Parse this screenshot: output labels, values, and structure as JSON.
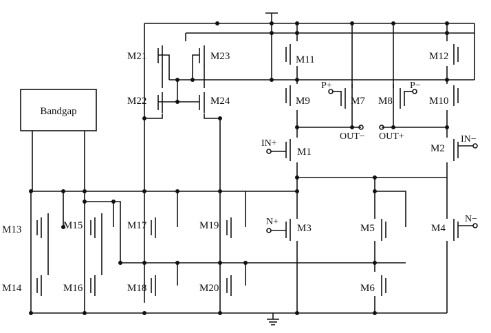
{
  "block": {
    "label": "Bandgap"
  },
  "transistors": [
    {
      "id": "M21",
      "label": "M21"
    },
    {
      "id": "M22",
      "label": "M22"
    },
    {
      "id": "M23",
      "label": "M23"
    },
    {
      "id": "M24",
      "label": "M24"
    },
    {
      "id": "M11",
      "label": "M11"
    },
    {
      "id": "M9",
      "label": "M9"
    },
    {
      "id": "M7",
      "label": "M7"
    },
    {
      "id": "M8",
      "label": "M8"
    },
    {
      "id": "M12",
      "label": "M12"
    },
    {
      "id": "M10",
      "label": "M10"
    },
    {
      "id": "M1",
      "label": "M1"
    },
    {
      "id": "M2",
      "label": "M2"
    },
    {
      "id": "M13",
      "label": "M13"
    },
    {
      "id": "M14",
      "label": "M14"
    },
    {
      "id": "M15",
      "label": "M15"
    },
    {
      "id": "M16",
      "label": "M16"
    },
    {
      "id": "M17",
      "label": "M17"
    },
    {
      "id": "M18",
      "label": "M18"
    },
    {
      "id": "M19",
      "label": "M19"
    },
    {
      "id": "M20",
      "label": "M20"
    },
    {
      "id": "M3",
      "label": "M3"
    },
    {
      "id": "M4",
      "label": "M4"
    },
    {
      "id": "M5",
      "label": "M5"
    },
    {
      "id": "M6",
      "label": "M6"
    }
  ],
  "pins": [
    {
      "id": "P+",
      "label": "P+"
    },
    {
      "id": "P-",
      "label": "P−"
    },
    {
      "id": "OUT-",
      "label": "OUT−"
    },
    {
      "id": "OUT+",
      "label": "OUT+"
    },
    {
      "id": "IN+",
      "label": "IN+"
    },
    {
      "id": "IN-",
      "label": "IN−"
    },
    {
      "id": "N+",
      "label": "N+"
    },
    {
      "id": "N-",
      "label": "N−"
    }
  ]
}
